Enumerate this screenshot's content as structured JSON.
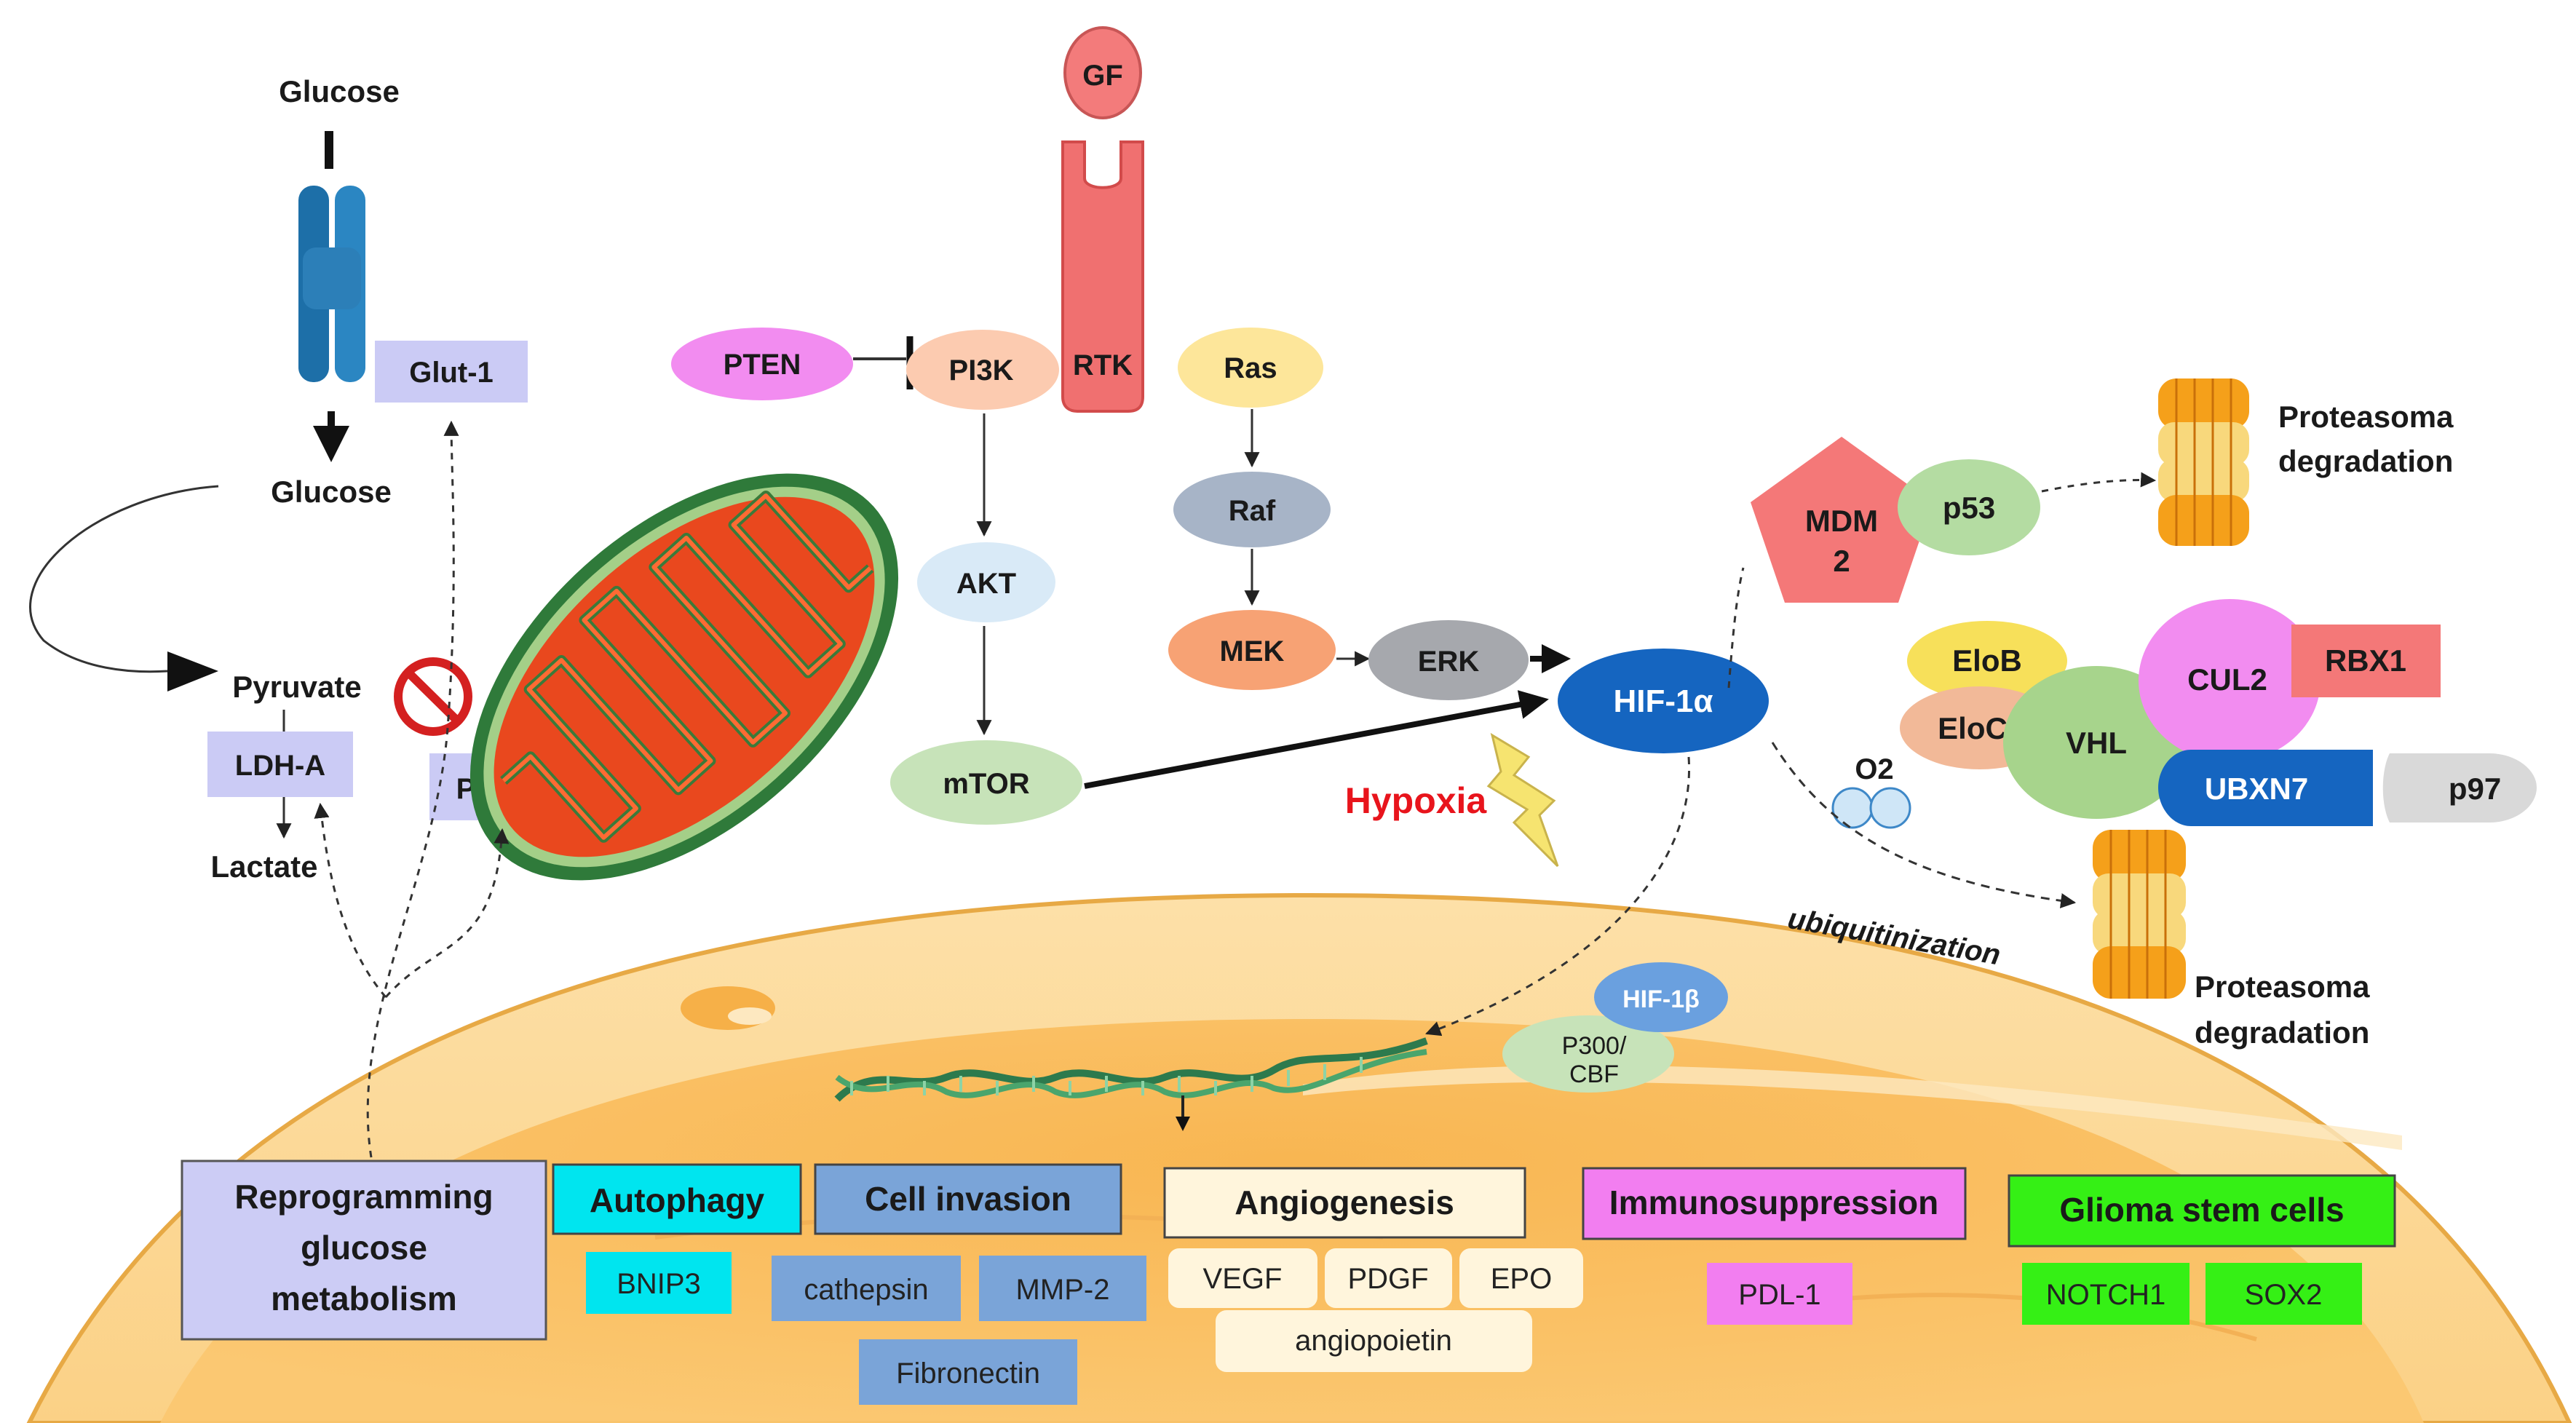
{
  "membrane": {
    "glucose_outside": "Glucose",
    "gf": "GF",
    "rtk": "RTK",
    "glut1": "Glut-1"
  },
  "glycolysis": {
    "glucose_inside": "Glucose",
    "pyruvate": "Pyruvate",
    "ldha": "LDH-A",
    "lactate": "Lactate",
    "pdk1": "PDK1"
  },
  "pi3k_pathway": {
    "pten": "PTEN",
    "pi3k": "PI3K",
    "akt": "AKT",
    "mtor": "mTOR"
  },
  "mapk_pathway": {
    "ras": "Ras",
    "raf": "Raf",
    "mek": "MEK",
    "erk": "ERK"
  },
  "hif": {
    "hif1a": "HIF-1α",
    "hypoxia": "Hypoxia",
    "o2": "O2",
    "hif1b": "HIF-1β",
    "p300_line1": "P300/",
    "p300_line2": "CBF"
  },
  "degradation": {
    "mdm_line1": "MDM",
    "mdm_line2": "2",
    "p53": "p53",
    "proteasome_top_line1": "Proteasoma",
    "proteasome_top_line2": "degradation",
    "elob": "EloB",
    "eloc": "EloC",
    "vhl": "VHL",
    "cul2": "CUL2",
    "rbx1": "RBX1",
    "ubxn7": "UBXN7",
    "p97": "p97",
    "ubiquitination": "ubiquitinization",
    "proteasome_bottom_line1": "Proteasoma",
    "proteasome_bottom_line2": "degradation"
  },
  "outcomes": {
    "glucose_metabolism": {
      "line1": "Reprogramming",
      "line2": "glucose",
      "line3": "metabolism"
    },
    "autophagy": {
      "title": "Autophagy",
      "items": [
        "BNIP3"
      ]
    },
    "cell_invasion": {
      "title": "Cell invasion",
      "items": [
        "cathepsin",
        "MMP-2",
        "Fibronectin"
      ]
    },
    "angiogenesis": {
      "title": "Angiogenesis",
      "items": [
        "VEGF",
        "PDGF",
        "EPO",
        "angiopoietin"
      ]
    },
    "immunosuppression": {
      "title": "Immunosuppression",
      "items": [
        "PDL-1"
      ]
    },
    "glioma": {
      "title": "Glioma stem cells",
      "items": [
        "NOTCH1",
        "SOX2"
      ]
    }
  },
  "colors": {
    "hypoxia_text": "#e8141c",
    "hif1a": "#1565c0",
    "autophagy": "#00e5ef",
    "cell_invasion": "#7aa4d8",
    "angiogenesis": "#fff5dc",
    "immunosuppression": "#f27ef0",
    "glioma": "#35f015",
    "reprogramming": "#ccccf5",
    "nucleus": "#fbc770"
  }
}
